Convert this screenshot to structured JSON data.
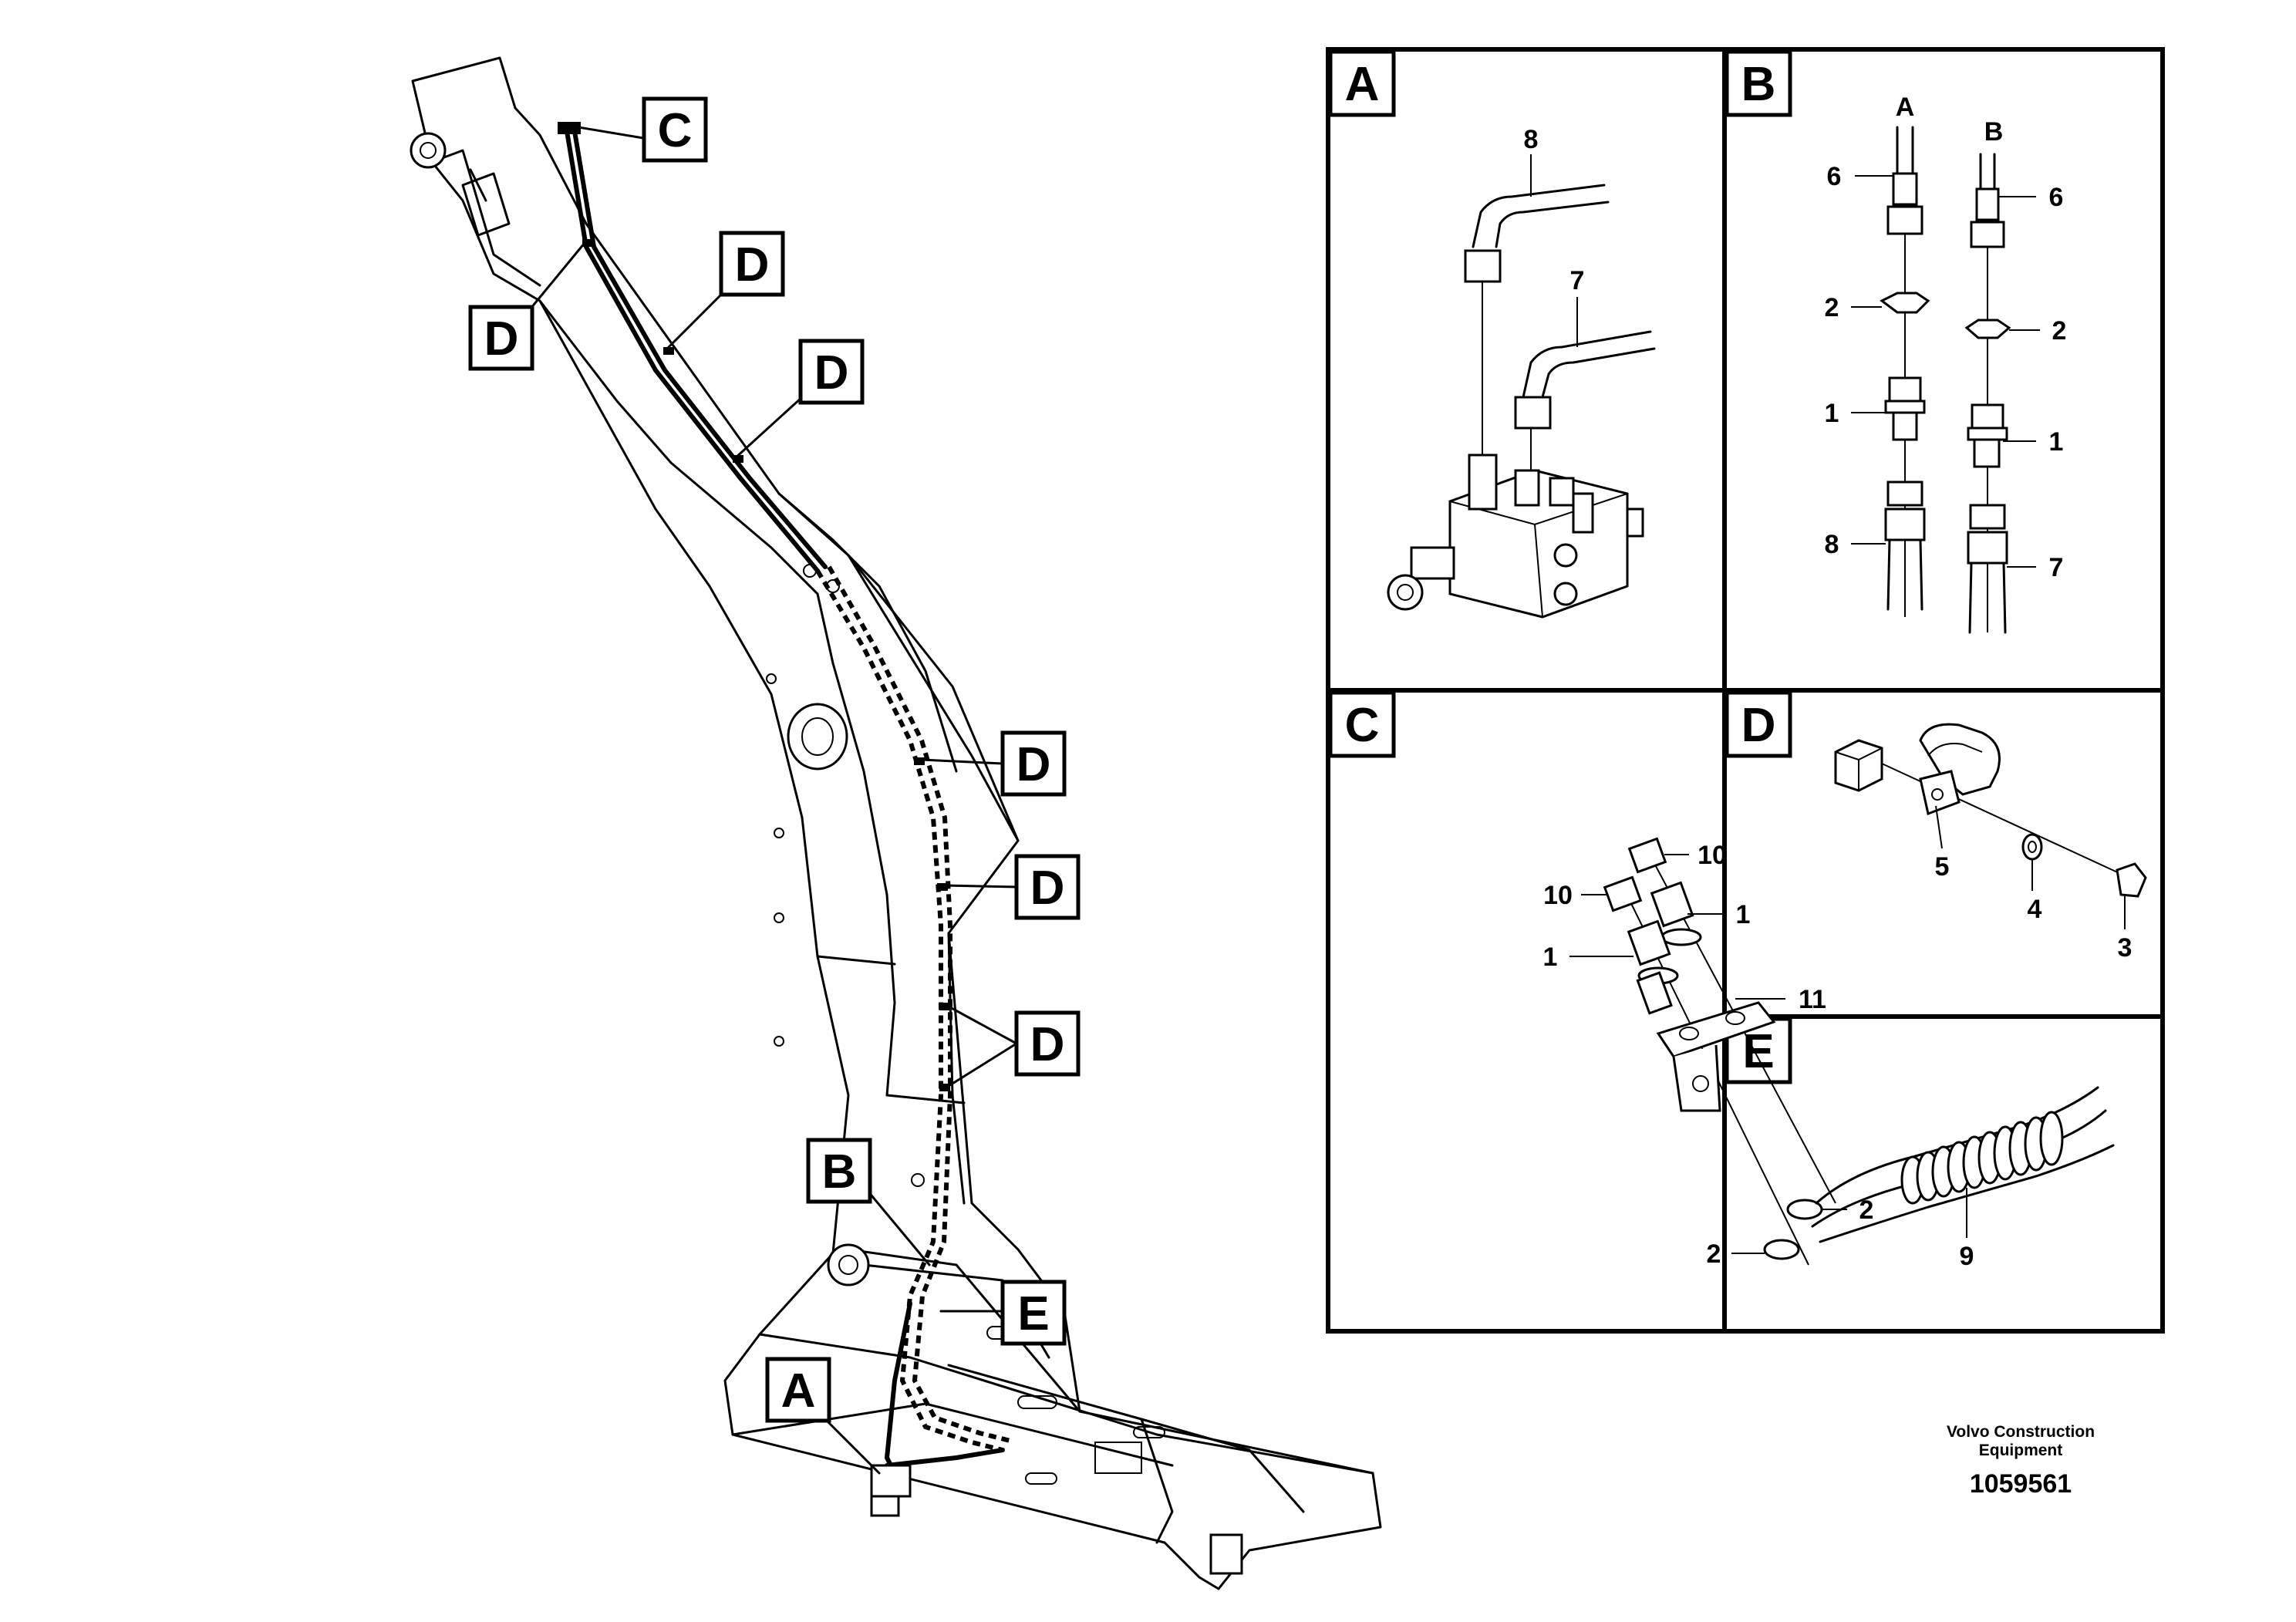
{
  "callouts": {
    "main": [
      "C",
      "D",
      "D",
      "D",
      "D",
      "D",
      "D",
      "B",
      "E",
      "A"
    ],
    "panels": [
      "A",
      "B",
      "C",
      "D",
      "E"
    ]
  },
  "panel_a": {
    "parts": [
      "8",
      "7"
    ]
  },
  "panel_b": {
    "hose_a": "A",
    "hose_b": "B",
    "parts_left": [
      "6",
      "2",
      "1",
      "8"
    ],
    "parts_right": [
      "6",
      "2",
      "1",
      "7"
    ]
  },
  "panel_c": {
    "parts": [
      "10",
      "10",
      "1",
      "1",
      "11",
      "2",
      "2"
    ]
  },
  "panel_d": {
    "parts": [
      "5",
      "4",
      "3"
    ]
  },
  "panel_e": {
    "parts": [
      "9"
    ]
  },
  "footer": {
    "brand_line1": "Volvo Construction",
    "brand_line2": "Equipment",
    "drawing_number": "1059561"
  }
}
